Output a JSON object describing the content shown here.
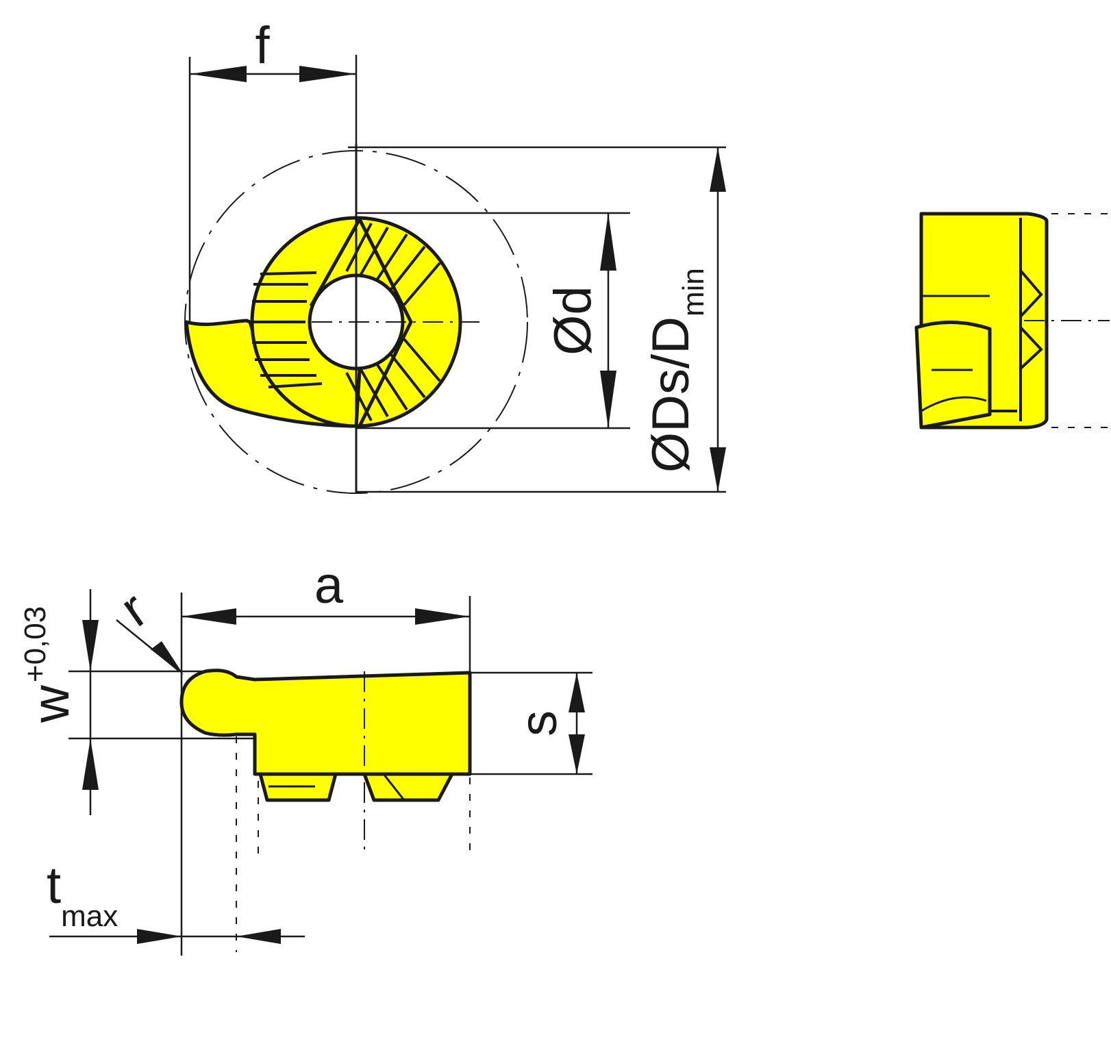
{
  "colors": {
    "insert_fill": "#ffff00",
    "line": "#1a1a1a",
    "background": "#ffffff"
  },
  "labels": {
    "f": "f",
    "d": "Ød",
    "Ds": "ØDs/D",
    "Ds_sub": "min",
    "a": "a",
    "r": "r",
    "w": "w",
    "w_tol": "+0,03",
    "s": "s",
    "t": "t",
    "t_sub": "max"
  }
}
